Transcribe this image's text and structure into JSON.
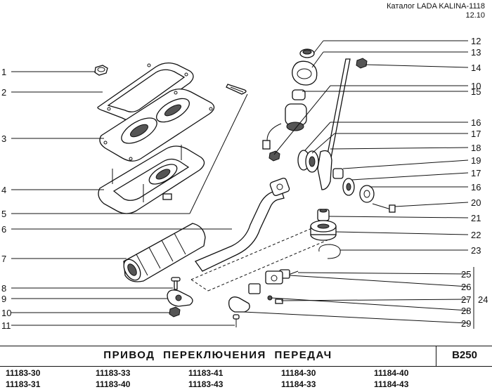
{
  "header": {
    "catalog_title": "Каталог LADA KALINA-1118",
    "date": "12.10"
  },
  "title": "ПРИВОД   ПЕРЕКЛЮЧЕНИЯ   ПЕРЕДАЧ",
  "section": "B250",
  "callouts_left": [
    "1",
    "2",
    "3",
    "4",
    "5",
    "6",
    "7",
    "8",
    "9",
    "10",
    "11"
  ],
  "callouts_right": [
    "12",
    "13",
    "14",
    "15",
    "10",
    "16",
    "17",
    "18",
    "19",
    "17",
    "16",
    "20",
    "21",
    "22",
    "23",
    "25",
    "26",
    "27",
    "28",
    "29"
  ],
  "callout_group": "24",
  "models": [
    [
      "11183-30",
      "11183-31"
    ],
    [
      "11183-33",
      "11183-40"
    ],
    [
      "11183-41",
      "11183-43"
    ],
    [
      "11184-30",
      "11184-33"
    ],
    [
      "11184-40",
      "11184-43"
    ]
  ]
}
